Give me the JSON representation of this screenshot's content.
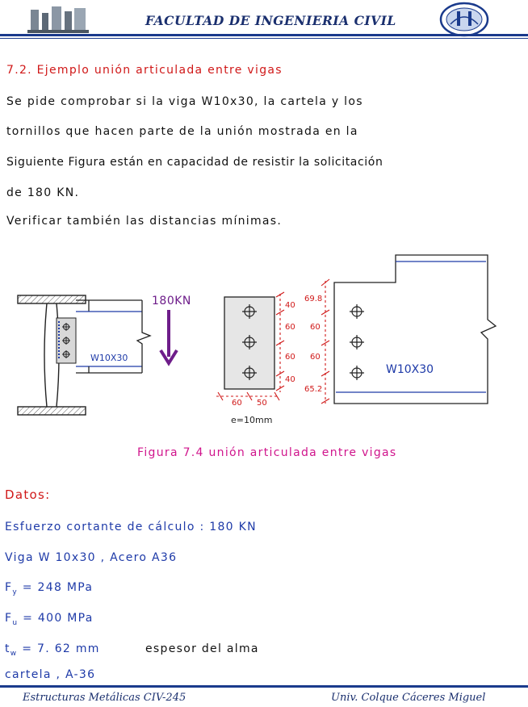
{
  "header": {
    "title": "FACULTAD  DE  INGENIERIA  CIVIL"
  },
  "section_title": "7.2. Ejemplo   unión   articulada   entre   vigas",
  "body_lines": [
    "Se   pide   comprobar   si la  viga    W10x30,  la    cartela   y   los",
    "tornillos  que  hacen   parte  de   la  unión  mostrada    en   la",
    "Siguiente  Figura   están   en   capacidad   de  resistir   la   solicitación",
    "de  180 KN.",
    "Verificar  también   las  distancias  mínimas."
  ],
  "figure": {
    "load_label": "180KN",
    "beam_label_left": "W10X30",
    "beam_label_right": "W10X30",
    "plate_dims_vertical": [
      "40",
      "60",
      "60",
      "40"
    ],
    "plate_dims_horizontal": [
      "60",
      "50"
    ],
    "plate_thickness": "e=10mm",
    "beam_dims_vertical": [
      "69.8",
      "60",
      "60",
      "65.2"
    ],
    "caption": "Figura  7.4   unión   articulada   entre   vigas"
  },
  "datos": {
    "title": "Datos:",
    "lines": [
      "Esfuerzo   cortante   de    cálculo : 180 KN",
      "Viga   W 10x30 ,  Acero    A36"
    ],
    "fy_label": "F",
    "fy_sub": "y",
    "fy_value": " =  248 MPa",
    "fu_label": "F",
    "fu_sub": "u",
    "fu_value": " =  400 MPa",
    "tw_label": "t",
    "tw_sub": "w",
    "tw_value": " = 7. 62  mm",
    "tw_desc": "espesor   del   alma",
    "cartela": "cartela ,  A-36"
  },
  "footer": {
    "left": "Estructuras Metálicas  CIV-245",
    "right": "Univ.  Colque Cáceres Miguel"
  }
}
